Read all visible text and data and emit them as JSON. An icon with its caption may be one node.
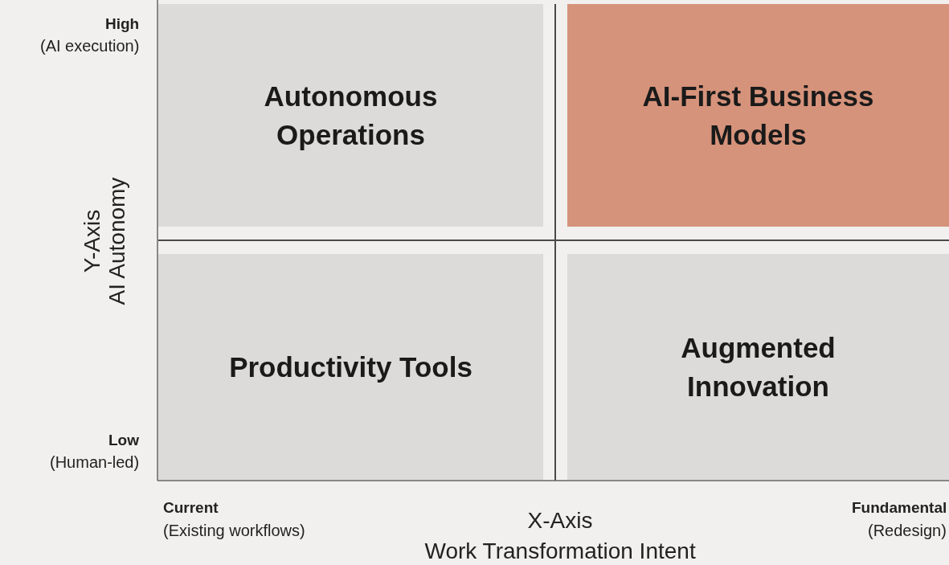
{
  "diagram": {
    "nodes": [
      {
        "text": [
          "Autonomous Operations"
        ]
      },
      {
        "text": [
          "AI-First Business Models"
        ]
      },
      {
        "text": [
          "Productivity Tools"
        ]
      },
      {
        "text": [
          "Augmented Innovation"
        ]
      }
    ],
    "labels": [
      "High",
      "(AI execution)",
      "Y-Axis",
      "AI Autonomy",
      "Low",
      "(Human-led)",
      "Current",
      "(Existing workflows)",
      "X-Axis",
      "Work Transformation Intent",
      "Fundamental",
      "(Redesign)"
    ]
  }
}
